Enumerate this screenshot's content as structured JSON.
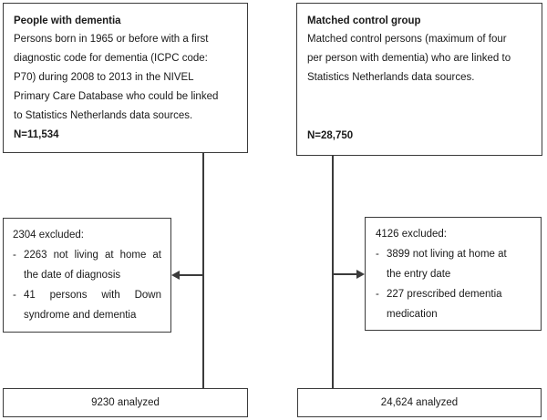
{
  "diagram": {
    "type": "flowchart",
    "title": "Study population flow diagram",
    "line_color": "#3b3b3b",
    "background": "#ffffff"
  },
  "cohorts": {
    "dementia": {
      "heading": "People with dementia",
      "description_lines": [
        "Persons born in 1965 or before with a first",
        "diagnostic code for dementia (ICPC code:",
        "P70) during 2008 to 2013 in the NIVEL",
        "Primary Care Database who could be linked",
        "to Statistics Netherlands data sources."
      ],
      "n_label": "N=11,534",
      "exclusion": {
        "header": "2304 excluded:",
        "items": [
          {
            "dash": "-",
            "line1": "2263 not living at home at",
            "line2": "the date of diagnosis"
          },
          {
            "dash": "-",
            "line1": "41 persons with Down",
            "line2": "syndrome and dementia"
          }
        ]
      },
      "analyzed_label": "9230 analyzed"
    },
    "control": {
      "heading": "Matched control group",
      "description_lines": [
        "Matched control persons (maximum of four",
        "per person with dementia) who are linked to",
        "Statistics Netherlands data sources."
      ],
      "n_label": "N=28,750",
      "exclusion": {
        "header": "4126 excluded:",
        "items": [
          {
            "dash": "-",
            "line1": "3899 not living at home at",
            "line2": "the entry date"
          },
          {
            "dash": "-",
            "line1": "227 prescribed dementia",
            "line2": "medication"
          }
        ]
      },
      "analyzed_label": "24,624 analyzed"
    }
  }
}
